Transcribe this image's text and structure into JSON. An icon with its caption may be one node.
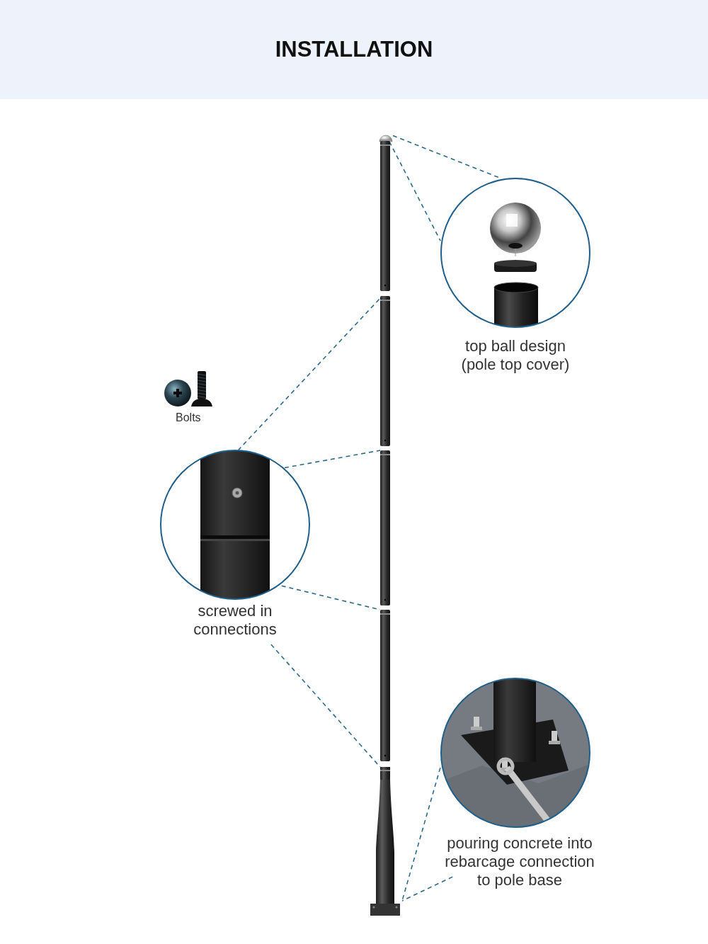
{
  "diagram": {
    "title": "INSTALLATION",
    "nodes": [
      {
        "text": [],
        "shape": "picture"
      },
      {
        "text": [
          "top ball design (pole top cover)"
        ]
      },
      {
        "text": [],
        "shape": "picture"
      },
      {
        "text": [],
        "shape": "picture"
      },
      {
        "text": [],
        "shape": "picture"
      },
      {
        "text": [],
        "shape": "picture"
      },
      {
        "text": [
          "screwed in connections"
        ]
      },
      {
        "text": [
          "pouring concrete into rebarcage connection to pole base"
        ]
      },
      {
        "text": [],
        "shape": "picture"
      }
    ],
    "edges": [
      {
        "from": 0,
        "to": 1,
        "arrow": "none",
        "style": "dashed"
      },
      {
        "from": 0,
        "to": 1,
        "arrow": "none",
        "style": "dashed"
      },
      {
        "from": 6,
        "to": 2,
        "arrow": "none",
        "style": "dashed"
      },
      {
        "from": 6,
        "to": 3,
        "arrow": "none",
        "style": "dashed"
      },
      {
        "from": 6,
        "to": 4,
        "arrow": "none",
        "style": "dashed"
      },
      {
        "from": 6,
        "to": 5,
        "arrow": "none",
        "style": "dashed"
      },
      {
        "from": 7,
        "to": 5,
        "arrow": "none",
        "style": "dashed"
      },
      {
        "from": 7,
        "to": 5,
        "arrow": "none",
        "style": "dashed"
      }
    ],
    "labels": [
      "Bolts"
    ]
  }
}
